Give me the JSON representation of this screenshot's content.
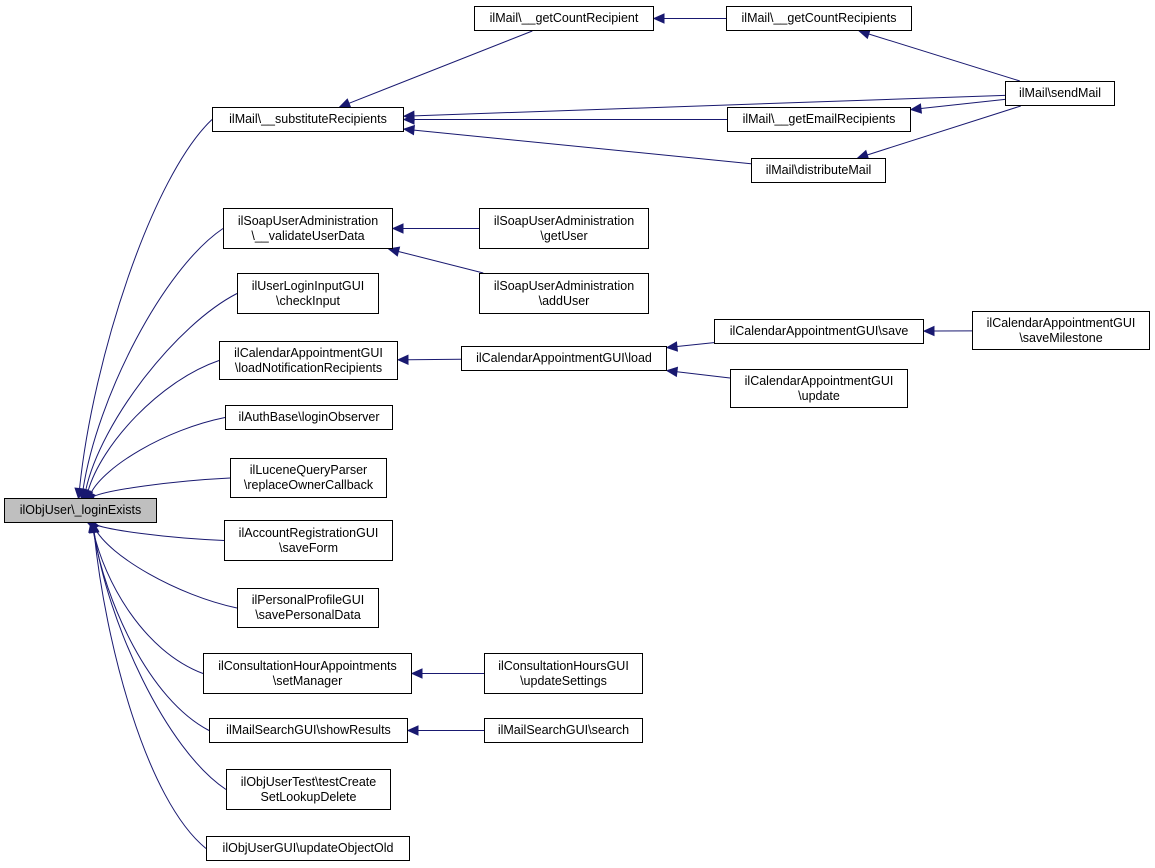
{
  "colors": {
    "edge": "#191970",
    "root_fill": "#bfbfbf",
    "node_fill": "#ffffff",
    "border": "#000000"
  },
  "nodes": {
    "root": {
      "lines": [
        "ilObjUser\\_loginExists"
      ]
    },
    "substituteRecipients": {
      "lines": [
        "ilMail\\__substituteRecipients"
      ]
    },
    "getCountRecipient": {
      "lines": [
        "ilMail\\__getCountRecipient"
      ]
    },
    "getCountRecipients": {
      "lines": [
        "ilMail\\__getCountRecipients"
      ]
    },
    "sendMail": {
      "lines": [
        "ilMail\\sendMail"
      ]
    },
    "getEmailRecipients": {
      "lines": [
        "ilMail\\__getEmailRecipients"
      ]
    },
    "distributeMail": {
      "lines": [
        "ilMail\\distributeMail"
      ]
    },
    "validateUserData": {
      "lines": [
        "ilSoapUserAdministration",
        "\\__validateUserData"
      ]
    },
    "getUser": {
      "lines": [
        "ilSoapUserAdministration",
        "\\getUser"
      ]
    },
    "addUser": {
      "lines": [
        "ilSoapUserAdministration",
        "\\addUser"
      ]
    },
    "checkInput": {
      "lines": [
        "ilUserLoginInputGUI",
        "\\checkInput"
      ]
    },
    "loadNotificationRecipients": {
      "lines": [
        "ilCalendarAppointmentGUI",
        "\\loadNotificationRecipients"
      ]
    },
    "calLoad": {
      "lines": [
        "ilCalendarAppointmentGUI\\load"
      ]
    },
    "calSave": {
      "lines": [
        "ilCalendarAppointmentGUI\\save"
      ]
    },
    "saveMilestone": {
      "lines": [
        "ilCalendarAppointmentGUI",
        "\\saveMilestone"
      ]
    },
    "calUpdate": {
      "lines": [
        "ilCalendarAppointmentGUI",
        "\\update"
      ]
    },
    "loginObserver": {
      "lines": [
        "ilAuthBase\\loginObserver"
      ]
    },
    "replaceOwnerCallback": {
      "lines": [
        "ilLuceneQueryParser",
        "\\replaceOwnerCallback"
      ]
    },
    "saveForm": {
      "lines": [
        "ilAccountRegistrationGUI",
        "\\saveForm"
      ]
    },
    "savePersonalData": {
      "lines": [
        "ilPersonalProfileGUI",
        "\\savePersonalData"
      ]
    },
    "setManager": {
      "lines": [
        "ilConsultationHourAppointments",
        "\\setManager"
      ]
    },
    "updateSettings": {
      "lines": [
        "ilConsultationHoursGUI",
        "\\updateSettings"
      ]
    },
    "showResults": {
      "lines": [
        "ilMailSearchGUI\\showResults"
      ]
    },
    "mailSearch": {
      "lines": [
        "ilMailSearchGUI\\search"
      ]
    },
    "testCreate": {
      "lines": [
        "ilObjUserTest\\testCreate",
        "SetLookupDelete"
      ]
    },
    "updateObjectOld": {
      "lines": [
        "ilObjUserGUI\\updateObjectOld"
      ]
    }
  },
  "edges": [
    {
      "from": "substituteRecipients",
      "to": "root"
    },
    {
      "from": "validateUserData",
      "to": "root"
    },
    {
      "from": "checkInput",
      "to": "root"
    },
    {
      "from": "loadNotificationRecipients",
      "to": "root"
    },
    {
      "from": "loginObserver",
      "to": "root"
    },
    {
      "from": "replaceOwnerCallback",
      "to": "root"
    },
    {
      "from": "saveForm",
      "to": "root"
    },
    {
      "from": "savePersonalData",
      "to": "root"
    },
    {
      "from": "setManager",
      "to": "root"
    },
    {
      "from": "showResults",
      "to": "root"
    },
    {
      "from": "testCreate",
      "to": "root"
    },
    {
      "from": "updateObjectOld",
      "to": "root"
    },
    {
      "from": "getCountRecipient",
      "to": "substituteRecipients"
    },
    {
      "from": "sendMail",
      "to": "substituteRecipients"
    },
    {
      "from": "getEmailRecipients",
      "to": "substituteRecipients"
    },
    {
      "from": "distributeMail",
      "to": "substituteRecipients"
    },
    {
      "from": "getCountRecipients",
      "to": "getCountRecipient"
    },
    {
      "from": "sendMail",
      "to": "getCountRecipients"
    },
    {
      "from": "sendMail",
      "to": "getEmailRecipients"
    },
    {
      "from": "sendMail",
      "to": "distributeMail"
    },
    {
      "from": "getUser",
      "to": "validateUserData"
    },
    {
      "from": "addUser",
      "to": "validateUserData"
    },
    {
      "from": "calLoad",
      "to": "loadNotificationRecipients"
    },
    {
      "from": "calSave",
      "to": "calLoad"
    },
    {
      "from": "calUpdate",
      "to": "calLoad"
    },
    {
      "from": "saveMilestone",
      "to": "calSave"
    },
    {
      "from": "updateSettings",
      "to": "setManager"
    },
    {
      "from": "mailSearch",
      "to": "showResults"
    }
  ]
}
